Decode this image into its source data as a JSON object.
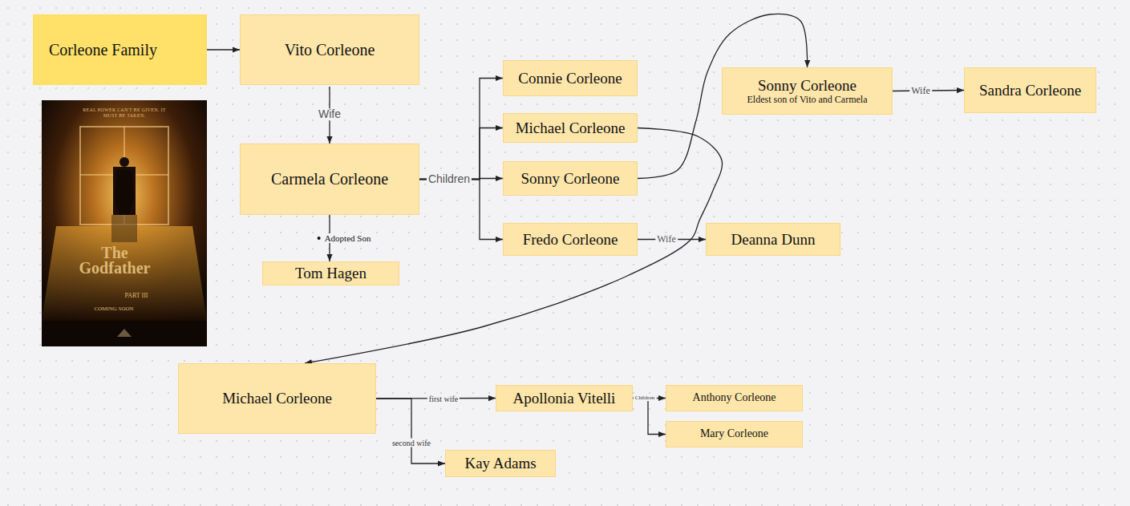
{
  "diagram": {
    "nodes": [
      {
        "text": [
          "Corleone Family"
        ]
      },
      {
        "text": [
          "Vito Corleone"
        ]
      },
      {
        "text": [
          "Carmela Corleone"
        ]
      },
      {
        "text": [
          "Tom Hagen"
        ]
      },
      {
        "text": [
          "Connie Corleone"
        ]
      },
      {
        "text": [
          "Michael Corleone"
        ]
      },
      {
        "text": [
          "Sonny Corleone"
        ]
      },
      {
        "text": [
          "Fredo Corleone"
        ]
      },
      {
        "text": [
          "Deanna Dunn"
        ]
      },
      {
        "text": [
          "Sonny Corleone",
          "Eldest son of Vito and Carmela"
        ]
      },
      {
        "text": [
          "Sandra Corleone"
        ]
      },
      {
        "text": [
          "Michael Corleone"
        ]
      },
      {
        "text": [
          "Apollonia Vitelli"
        ]
      },
      {
        "text": [
          "Anthony Corleone"
        ]
      },
      {
        "text": [
          "Mary Corleone"
        ]
      },
      {
        "text": [
          "Kay Adams"
        ]
      }
    ],
    "edges": [
      {
        "from": 0,
        "to": 1,
        "arrow": "to"
      },
      {
        "from": 1,
        "to": 2,
        "label": "Wife",
        "arrow": "to"
      },
      {
        "from": 2,
        "to": 3,
        "label": "Adopted Son",
        "arrow": "to"
      },
      {
        "from": 2,
        "to": 4,
        "arrow": "to"
      },
      {
        "from": 2,
        "to": 5,
        "arrow": "to"
      },
      {
        "from": 2,
        "to": 6,
        "label": "Children",
        "arrow": "to"
      },
      {
        "from": 2,
        "to": 7,
        "arrow": "to"
      },
      {
        "from": 7,
        "to": 8,
        "label": "Wife",
        "arrow": "to"
      },
      {
        "from": 6,
        "to": 9,
        "arrow": "to"
      },
      {
        "from": 9,
        "to": 10,
        "label": "Wife",
        "arrow": "to"
      },
      {
        "from": 5,
        "to": 11,
        "arrow": "to"
      },
      {
        "from": 11,
        "to": 12,
        "label": "first wife",
        "arrow": "to"
      },
      {
        "from": 11,
        "to": 15,
        "label": "second wife",
        "arrow": "to"
      },
      {
        "from": 12,
        "to": 13,
        "label": "Children",
        "arrow": "to"
      },
      {
        "from": 12,
        "to": 14,
        "arrow": "to"
      }
    ],
    "labels": [
      "REAL POWER CAN'T BE GIVEN. IT MUST BE TAKEN.",
      "The Godfather",
      "PART III",
      "COMING SOON"
    ]
  }
}
